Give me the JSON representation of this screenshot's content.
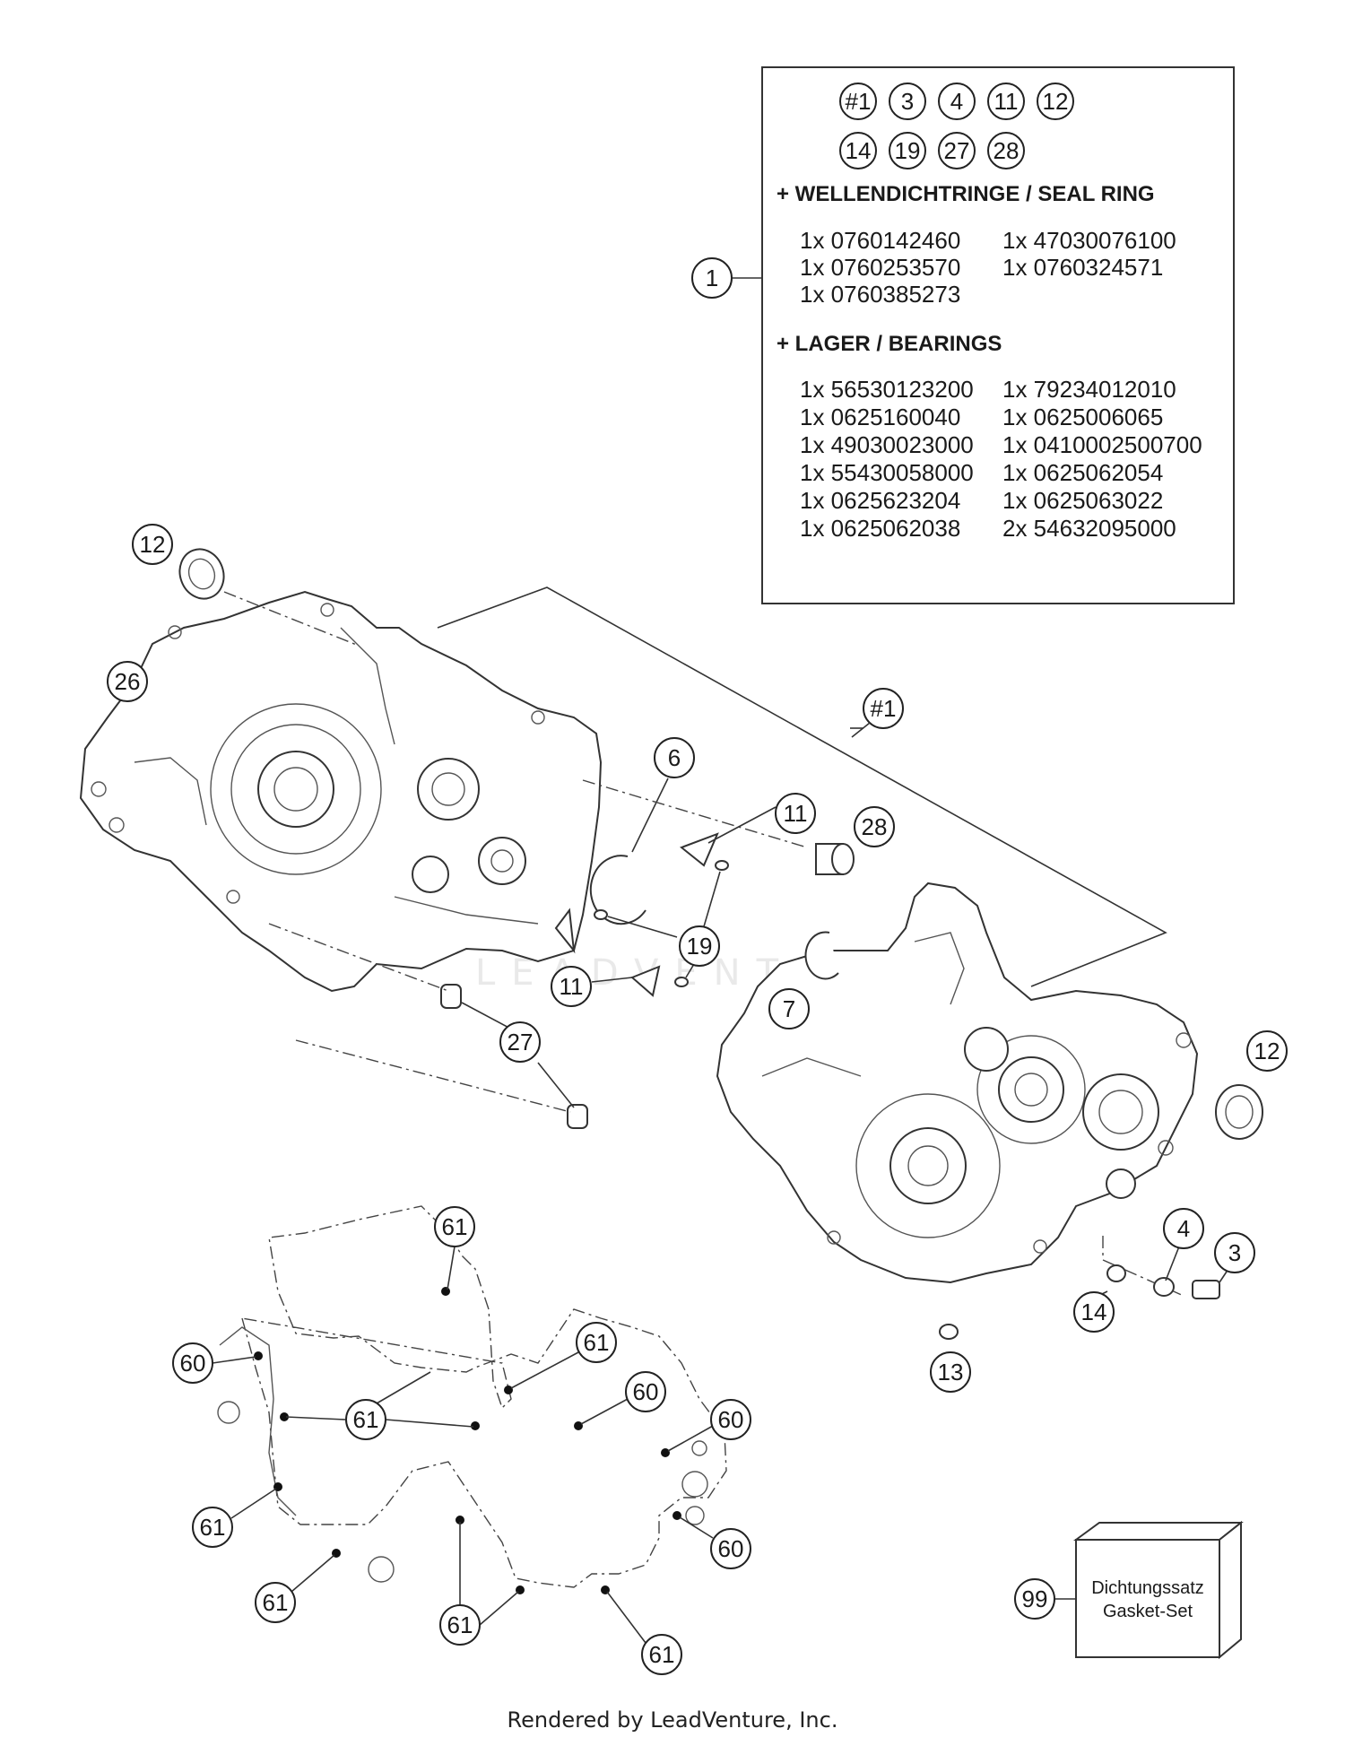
{
  "watermark": "LEADVENTURE",
  "footer": "Rendered by LeadVenture, Inc.",
  "kit_box": {
    "kit_refs_row1": [
      "#1",
      "3",
      "4",
      "11",
      "12"
    ],
    "kit_refs_row2": [
      "14",
      "19",
      "27",
      "28"
    ],
    "seal_heading": "+ WELLENDICHTRINGE / SEAL RING",
    "seal_lines": [
      "1x 0760142460",
      "1x 47030076100",
      "1x 0760253570",
      "1x 0760324571",
      "1x 0760385273"
    ],
    "bearing_heading": "+ LAGER / BEARINGS",
    "bearing_lines": [
      "1x 56530123200",
      "1x 79234012010",
      "1x 0625160040",
      "1x 0625006065",
      "1x 49030023000",
      "1x 0410002500700",
      "1x 55430058000",
      "1x 0625062054",
      "1x 0625623204",
      "1x 0625063022",
      "1x 0625062038",
      "2x 54632095000"
    ]
  },
  "callouts": {
    "c1": "1",
    "c12a": "12",
    "c26": "26",
    "c1kit": "#1",
    "c6": "6",
    "c11a": "11",
    "c28": "28",
    "c19": "19",
    "c11b": "11",
    "c7": "7",
    "c27": "27",
    "c12b": "12",
    "c4": "4",
    "c3": "3",
    "c14": "14",
    "c13": "13",
    "c61a": "61",
    "c60a": "60",
    "c61b": "61",
    "c61c": "61",
    "c60b": "60",
    "c60c": "60",
    "c61d": "61",
    "c61e": "61",
    "c61f": "61",
    "c61g": "61",
    "c60d": "60",
    "c99": "99"
  },
  "gasket_set_box": {
    "line1": "Dichtungssatz",
    "line2": "Gasket-Set"
  }
}
